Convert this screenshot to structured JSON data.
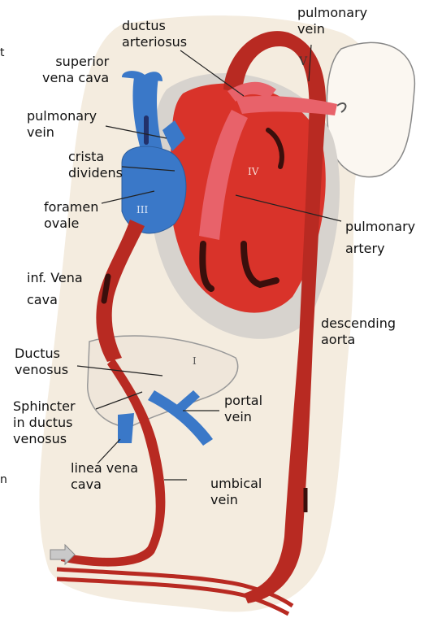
{
  "labels": {
    "ductus_arteriosus": [
      "ductus",
      "arteriosus"
    ],
    "pulmonary_vein_top": [
      "pulmonary",
      "vein"
    ],
    "superior_vena_cava": [
      "superior",
      "vena cava"
    ],
    "pulmonary_vein_left": [
      "pulmonary",
      "vein"
    ],
    "crista_dividens": [
      "crista",
      "dividens"
    ],
    "foramen_ovale": [
      "foramen",
      "ovale"
    ],
    "pulmonary_artery": [
      "pulmonary",
      "artery"
    ],
    "inf_vena_cava": [
      "inf. Vena",
      "cava"
    ],
    "descending_aorta": [
      "descending",
      "aorta"
    ],
    "ductus_venosus": [
      "Ductus",
      "venosus"
    ],
    "sphincter": [
      "Sphincter",
      "in ductus",
      "venosus"
    ],
    "portal_vein": [
      "portal",
      "vein"
    ],
    "linea_vena_cava": [
      "linea  vena",
      "cava"
    ],
    "umbical_vein": [
      "umbical",
      "vein"
    ]
  },
  "roman_numerals": {
    "v": "V",
    "iv": "IV",
    "iii": "III",
    "i": "I"
  },
  "stray_marks": {
    "left_top": "t",
    "left_bottom": "n"
  },
  "colors": {
    "oxygenated": "#d9332a",
    "deoxygenated": "#3a78c8",
    "mixed": "#e8626a",
    "pericardium": "#d7d3ce",
    "paper": "#f4ecdf",
    "outline": "#555555"
  }
}
